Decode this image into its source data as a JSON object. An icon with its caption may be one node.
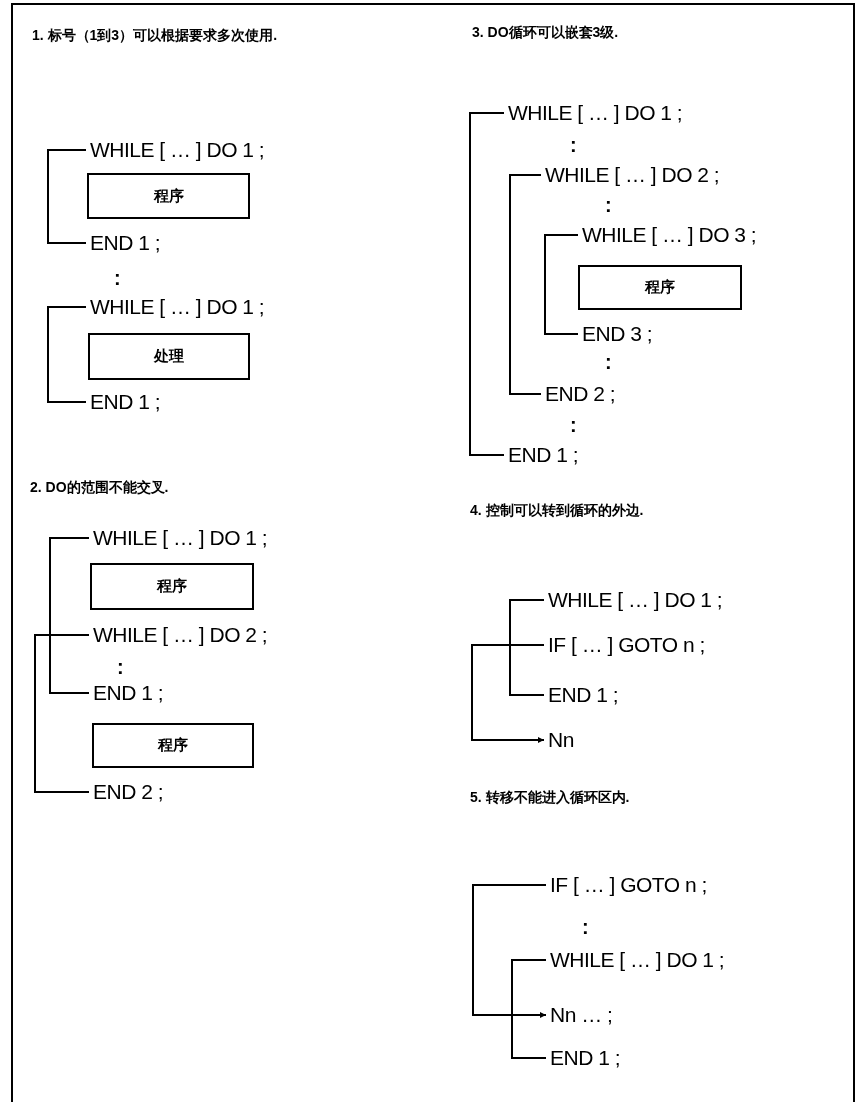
{
  "diagram": {
    "nodes": [
      {
        "text": [
          "WHILE [ … ] DO 1 ;"
        ]
      },
      {
        "text": [
          "程序"
        ]
      },
      {
        "text": [
          "END 1 ;"
        ]
      },
      {
        "text": [
          "WHILE [ … ] DO 1 ;"
        ]
      },
      {
        "text": [
          "处理"
        ]
      },
      {
        "text": [
          "END 1 ;"
        ]
      },
      {
        "text": [
          "WHILE [ … ] DO 1 ;"
        ]
      },
      {
        "text": [
          "程序"
        ]
      },
      {
        "text": [
          "WHILE [ … ] DO 2 ;"
        ]
      },
      {
        "text": [
          "END 1 ;"
        ]
      },
      {
        "text": [
          "程序"
        ]
      },
      {
        "text": [
          "END 2 ;"
        ]
      },
      {
        "text": [
          "WHILE [ … ] DO 1 ;"
        ]
      },
      {
        "text": [
          "WHILE [ … ] DO 2 ;"
        ]
      },
      {
        "text": [
          "WHILE [ … ] DO 3 ;"
        ]
      },
      {
        "text": [
          "程序"
        ]
      },
      {
        "text": [
          "END 3 ;"
        ]
      },
      {
        "text": [
          "END 2 ;"
        ]
      },
      {
        "text": [
          "END 1 ;"
        ]
      },
      {
        "text": [
          "WHILE [ … ] DO 1 ;"
        ]
      },
      {
        "text": [
          "IF [ … ] GOTO n ;"
        ]
      },
      {
        "text": [
          "END 1 ;"
        ]
      },
      {
        "text": [
          "Nn"
        ]
      },
      {
        "text": [
          "IF [ … ] GOTO n ;"
        ]
      },
      {
        "text": [
          "WHILE [ … ] DO 1 ;"
        ]
      },
      {
        "text": [
          "Nn … ;"
        ]
      },
      {
        "text": [
          "END 1 ;"
        ]
      }
    ],
    "edges": [
      {
        "from": 0,
        "to": 2,
        "arrow": "none"
      },
      {
        "from": 3,
        "to": 5,
        "arrow": "none"
      },
      {
        "from": 6,
        "to": 9,
        "arrow": "none"
      },
      {
        "from": 8,
        "to": 11,
        "arrow": "none"
      },
      {
        "from": 12,
        "to": 18,
        "arrow": "none"
      },
      {
        "from": 13,
        "to": 17,
        "arrow": "none"
      },
      {
        "from": 14,
        "to": 16,
        "arrow": "none"
      },
      {
        "from": 19,
        "to": 21,
        "arrow": "none"
      },
      {
        "from": 20,
        "to": 22,
        "arrow": "to"
      },
      {
        "from": 23,
        "to": 25,
        "arrow": "to"
      },
      {
        "from": 24,
        "to": 26,
        "arrow": "none"
      }
    ],
    "labels": [
      "1. 标号（1到3）可以根据要求多次使用.",
      ":",
      "2. DO的范围不能交叉.",
      ":",
      "3. DO循环可以嵌套3级.",
      ":",
      ":",
      ":",
      ":",
      "4. 控制可以转到循环的外边.",
      "5. 转移不能进入循环区内.",
      ":"
    ]
  }
}
